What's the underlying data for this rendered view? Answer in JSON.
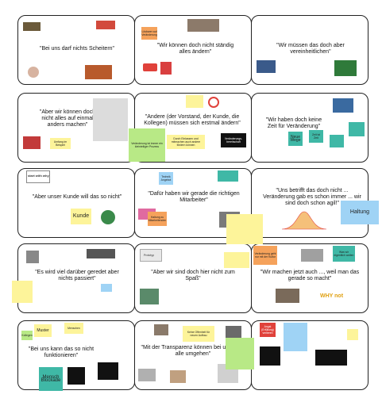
{
  "cards": {
    "c1": {
      "quote": "\"Bei uns darf nichts Scheitern\""
    },
    "c2": {
      "quote": "\"Wir können doch nicht ständig alles ändern\"",
      "notes": [
        "Lösbarer auf Veränderung"
      ]
    },
    "c3": {
      "quote": "\"Wir müssen das doch aber vereinheitlichen\""
    },
    "c4": {
      "quote": "\"Aber wir können doch nicht alles auf einmal anders machen\"",
      "notes": [
        "Umfang im Beispiel"
      ]
    },
    "c5": {
      "quote": "\"Andere (der Vorstand, der Kunde, die Kollegen) müssen sich erstmal ändern\"",
      "notes": [
        "Durch Einlassen und mitmachen auch andere fördern können",
        "Veränderung ist immer ein kleinteiliger Prozess",
        "Veränderungs-bereitschaft"
      ]
    },
    "c6": {
      "quote": "\"Wir haben doch keine Zeit für Veränderung\"",
      "notes": [
        "Neue Wege",
        "Zeit ist Zeit"
      ]
    },
    "c7": {
      "quote": "\"Aber unser Kunde will das so nicht\"",
      "notes": [
        "Kunde"
      ]
    },
    "c8": {
      "quote": "\"Dafür haben wir gerade die richtigen Mitarbeiter\"",
      "notes": [
        "Technik Angebot",
        "Haltung zu Mitarbeitenden"
      ]
    },
    "c9": {
      "quote": "\"Uns betrifft das doch nicht ... Veränderung gab es schon immer ... wir sind doch schon agil!\"",
      "notes": [
        "Haltung"
      ]
    },
    "c10": {
      "quote": "\"Es wird viel darüber geredet aber nichts passiert\""
    },
    "c11": {
      "quote": "\"Aber wir sind doch hier nicht zum Spaß\"",
      "notes": [
        "Prototyp"
      ]
    },
    "c12": {
      "quote": "\"Wir machen jetzt auch ..., weil man das gerade so macht\"",
      "notes": [
        "Veränderung geht nur mit der Kultur",
        "Was wir eigentlich wollen"
      ]
    },
    "c13": {
      "quote": "\"Bei uns kann das so nicht funktionieren\"",
      "notes": [
        "Muster",
        "Menschen",
        "Kollegen",
        "Mensch Blockade"
      ]
    },
    "c14": {
      "quote": "\"Mit der Transparenz können bei uns nicht alle umgehen\"",
      "notes": [
        "Keine Offenheit für neuen Aufbau"
      ]
    },
    "c15": {
      "notes": [
        "Angst (Erfüllung) verlieren"
      ]
    }
  },
  "logos": {
    "start_with_why": "start with why",
    "why_not": "WHY not"
  },
  "colors": {
    "yellow": "#fdf49a",
    "green": "#b8e986",
    "teal": "#3fb8a6",
    "blue": "#9fd3f5",
    "orange": "#f5a25b",
    "pink": "#f29dc3",
    "red": "#e0413a",
    "black": "#111111"
  }
}
